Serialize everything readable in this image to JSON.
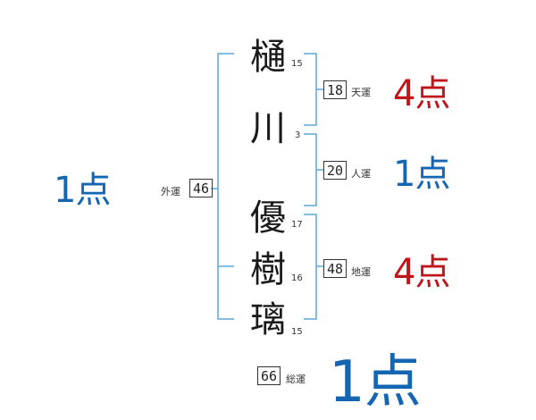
{
  "characters": [
    {
      "char": "樋",
      "strokes": "15"
    },
    {
      "char": "川",
      "strokes": "3"
    },
    {
      "char": "優",
      "strokes": "17"
    },
    {
      "char": "樹",
      "strokes": "16"
    },
    {
      "char": "璃",
      "strokes": "15"
    }
  ],
  "tenkaku": {
    "value": "18",
    "label": "天運",
    "score": "4点"
  },
  "jinkaku": {
    "value": "20",
    "label": "人運",
    "score": "1点"
  },
  "chikaku": {
    "value": "48",
    "label": "地運",
    "score": "4点"
  },
  "gaikaku": {
    "value": "46",
    "label": "外運",
    "score": "1点"
  },
  "soukaku": {
    "value": "66",
    "label": "総運",
    "score": "1点"
  },
  "colors": {
    "bracket": "#5aa7d8",
    "red": "#c0161b",
    "blue": "#1466b3"
  }
}
